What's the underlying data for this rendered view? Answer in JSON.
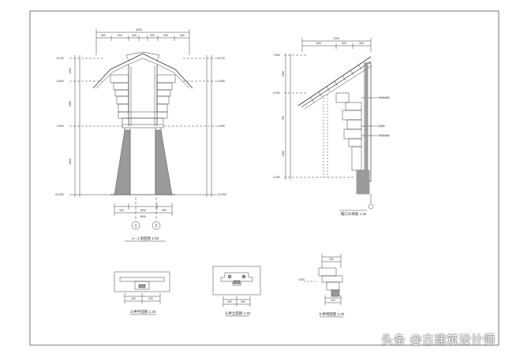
{
  "sheet": {
    "line_color": "#3a3a3a",
    "fill_color": "#9a9a9a",
    "frame_color": "#555555"
  },
  "section_view": {
    "top_dims": [
      "3200",
      "600",
      "900",
      "300",
      "300",
      "900",
      "600"
    ],
    "level_labels_left": [
      "8.120",
      "6.830",
      "4.500",
      "±0.000"
    ],
    "level_labels_right": [
      "8.120",
      "6.830",
      "4.500",
      "±0.000"
    ],
    "height_dims": [
      "1290",
      "1650",
      "4500"
    ],
    "bottom_dims": [
      "900",
      "1800",
      "900"
    ],
    "bottom_total": "3600",
    "axis_labels": [
      "1",
      "2"
    ],
    "title": "1－1 剖面图 1:50"
  },
  "eave_detail": {
    "top_dims": [
      "1200",
      "600",
      "300",
      "300"
    ],
    "level_labels": [
      "7.960",
      "6.500",
      "4.200"
    ],
    "height_dims": [
      "1380",
      "760",
      "1300"
    ],
    "notes": [
      "木构件制作",
      "木构件",
      "木构件制作"
    ],
    "title": "檐口大样图 1:20"
  },
  "detail_a": {
    "dims": [
      "400",
      "400"
    ],
    "title": "斗拱平面图 1:20"
  },
  "detail_b": {
    "dims": [
      "400",
      "400"
    ],
    "title": "斗拱立面图 1:20"
  },
  "detail_c": {
    "dims": [
      "300",
      "240"
    ],
    "level_label": "4.200",
    "title": "斗拱侧面图 1:20"
  },
  "watermark": "头条 @古建筑设计师"
}
